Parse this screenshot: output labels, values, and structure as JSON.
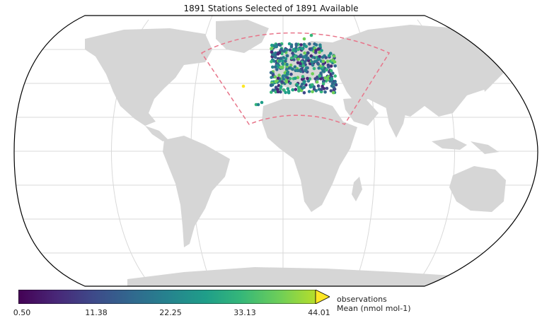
{
  "map": {
    "title": "1891 Stations Selected of 1891 Available",
    "colorbar": {
      "ticks": [
        "0.50",
        "11.38",
        "22.25",
        "33.13",
        "44.01"
      ],
      "label_line1": "observations",
      "label_line2": "Mean  (nmol mol-1)",
      "min": 0.5,
      "max": 44.01,
      "extend": "max",
      "colormap": "viridis"
    },
    "colors": {
      "land": "#d6d6d6",
      "ocean": "#ffffff",
      "grid": "#d9d9d9",
      "outline": "#000000",
      "region_box": "#e8758a"
    }
  }
}
